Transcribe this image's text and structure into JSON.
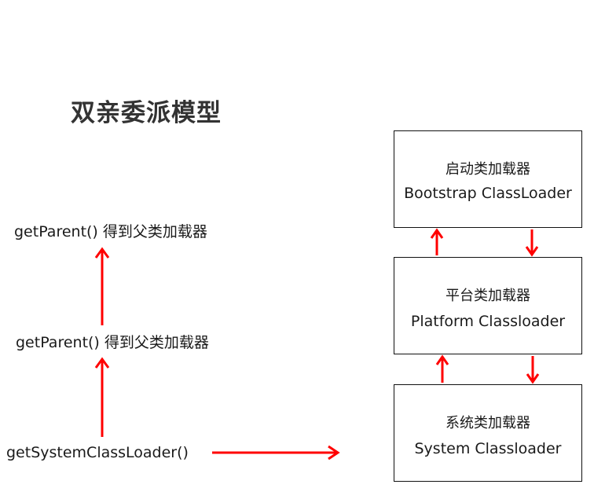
{
  "title": "双亲委派模型",
  "labels": {
    "get_parent_top": "getParent() 得到父类加载器",
    "get_parent_middle": "getParent() 得到父类加载器",
    "get_system": "getSystemClassLoader()"
  },
  "boxes": {
    "bootstrap": {
      "name_cn": "启动类加载器",
      "name_en": "Bootstrap ClassLoader"
    },
    "platform": {
      "name_cn": "平台类加载器",
      "name_en": "Platform Classloader"
    },
    "system": {
      "name_cn": "系统类加载器",
      "name_en": "System Classloader"
    }
  },
  "colors": {
    "arrow": "#ff0000",
    "box_border": "#111111",
    "title": "#333333"
  }
}
